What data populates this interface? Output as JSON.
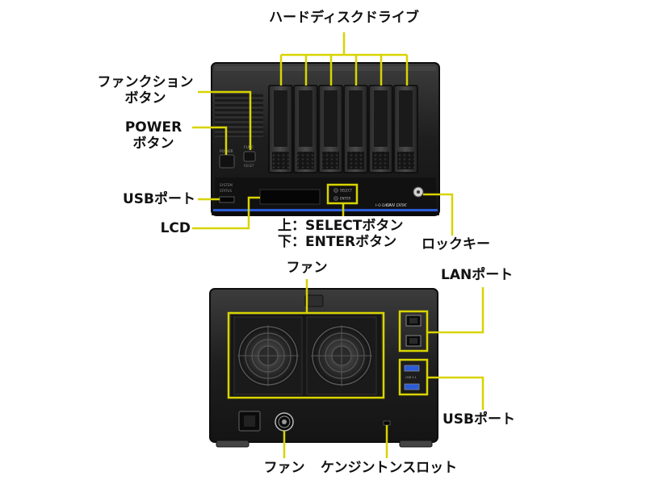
{
  "labels": {
    "hdd": "ハードディスクドライブ",
    "function_button_1": "ファンクション",
    "function_button_2": "ボタン",
    "power_button_1": "POWER",
    "power_button_2": "ボタン",
    "usb_port_front": "USBポート",
    "lcd": "LCD",
    "select_enter_1": "上：SELECTボタン",
    "select_enter_2": "下：ENTERボタン",
    "lock_key": "ロックキー",
    "fan_top": "ファン",
    "lan_port": "LANポート",
    "usb_port_rear": "USBポート",
    "fan_bottom": "ファン",
    "kensington_slot": "ケンジントンスロット"
  },
  "device_text": {
    "func_label": "FUNC",
    "reset_label": "RESET",
    "power_label": "POWER",
    "select_label": "SELECT",
    "enter_label": "ENTER",
    "status_label": "STATUS",
    "system_label": "SYSTEM",
    "brand": "I-O DATA",
    "model": "LAN DISK",
    "usb_rear_tag": "USB 3.1"
  },
  "colors": {
    "highlight": "#d8d400",
    "chassis": "#1c1c1c",
    "chassis_light": "#3a3a3a",
    "accent_blue": "#2b5bd8"
  }
}
